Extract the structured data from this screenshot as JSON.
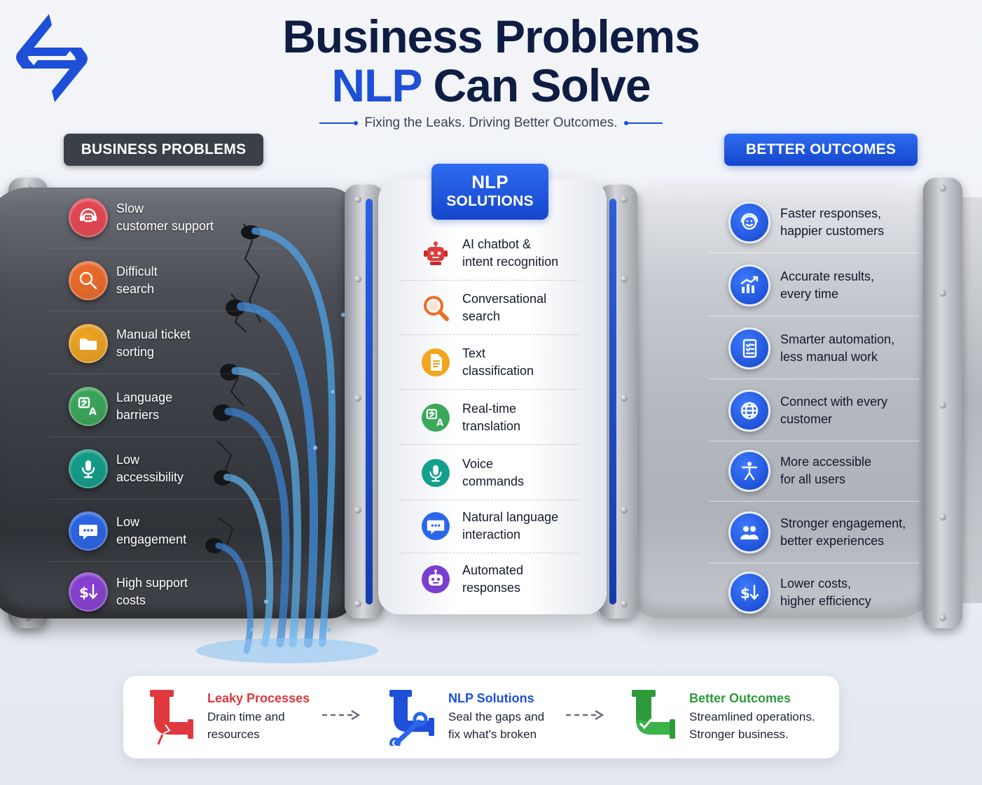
{
  "header": {
    "title_line1": "Business Problems",
    "title_hl": "NLP",
    "title_line2": "Can Solve",
    "tagline": "Fixing the Leaks. Driving Better Outcomes."
  },
  "columns": {
    "problems_label": "BUSINESS PROBLEMS",
    "solutions_label_1": "NLP",
    "solutions_label_2": "SOLUTIONS",
    "outcomes_label": "BETTER OUTCOMES"
  },
  "problems": [
    {
      "l1": "Slow",
      "l2": "customer support",
      "icon": "support-chat-icon",
      "color": "#e8434e"
    },
    {
      "l1": "Difficult",
      "l2": "search",
      "icon": "search-icon",
      "color": "#f06a26"
    },
    {
      "l1": "Manual ticket",
      "l2": "sorting",
      "icon": "folder-icon",
      "color": "#f2a51d"
    },
    {
      "l1": "Language",
      "l2": "barriers",
      "icon": "translate-icon",
      "color": "#3aa95a"
    },
    {
      "l1": "Low",
      "l2": "accessibility",
      "icon": "microphone-icon",
      "color": "#12a08c"
    },
    {
      "l1": "Low",
      "l2": "engagement",
      "icon": "chat-bubble-icon",
      "color": "#2a66ea"
    },
    {
      "l1": "High support",
      "l2": "costs",
      "icon": "dollar-down-icon",
      "color": "#8a3fd6"
    }
  ],
  "solutions": [
    {
      "l1": "AI chatbot &",
      "l2": "intent recognition",
      "icon": "robot-icon",
      "color": "#e23a3a"
    },
    {
      "l1": "Conversational",
      "l2": "search",
      "icon": "search-icon",
      "color": "#f06a26"
    },
    {
      "l1": "Text",
      "l2": "classification",
      "icon": "document-icon",
      "color": "#f2a51d"
    },
    {
      "l1": "Real-time",
      "l2": "translation",
      "icon": "translate-icon",
      "color": "#3aa95a"
    },
    {
      "l1": "Voice",
      "l2": "commands",
      "icon": "microphone-icon",
      "color": "#12a08c"
    },
    {
      "l1": "Natural language",
      "l2": "interaction",
      "icon": "chat-bubble-icon",
      "color": "#2a66ea"
    },
    {
      "l1": "Automated",
      "l2": "responses",
      "icon": "bot-icon",
      "color": "#7a3fd0"
    }
  ],
  "outcomes": [
    {
      "l1": "Faster responses,",
      "l2": "happier customers",
      "icon": "smiley-headset-icon"
    },
    {
      "l1": "Accurate results,",
      "l2": "every time",
      "icon": "bar-chart-icon"
    },
    {
      "l1": "Smarter automation,",
      "l2": "less manual work",
      "icon": "checklist-icon"
    },
    {
      "l1": "Connect with every",
      "l2": "customer",
      "icon": "globe-icon"
    },
    {
      "l1": "More accessible",
      "l2": "for all users",
      "icon": "accessibility-icon"
    },
    {
      "l1": "Stronger engagement,",
      "l2": "better experiences",
      "icon": "users-icon"
    },
    {
      "l1": "Lower costs,",
      "l2": "higher efficiency",
      "icon": "dollar-down-icon"
    }
  ],
  "legend": [
    {
      "title": "Leaky Processes",
      "d1": "Drain time and",
      "d2": "resources",
      "color": "#e0383e",
      "icon": "leaky-pipe-icon"
    },
    {
      "title": "NLP Solutions",
      "d1": "Seal the gaps and",
      "d2": "fix what's broken",
      "color": "#1d4fd8",
      "icon": "wrench-pipe-icon"
    },
    {
      "title": "Better Outcomes",
      "d1": "Streamlined operations.",
      "d2": "Stronger business.",
      "color": "#2f9a3c",
      "icon": "fixed-pipe-icon"
    }
  ],
  "colors": {
    "brand_blue": "#1d4fd8",
    "navy": "#0f1d44",
    "dark_pill": "#3b3f47"
  }
}
